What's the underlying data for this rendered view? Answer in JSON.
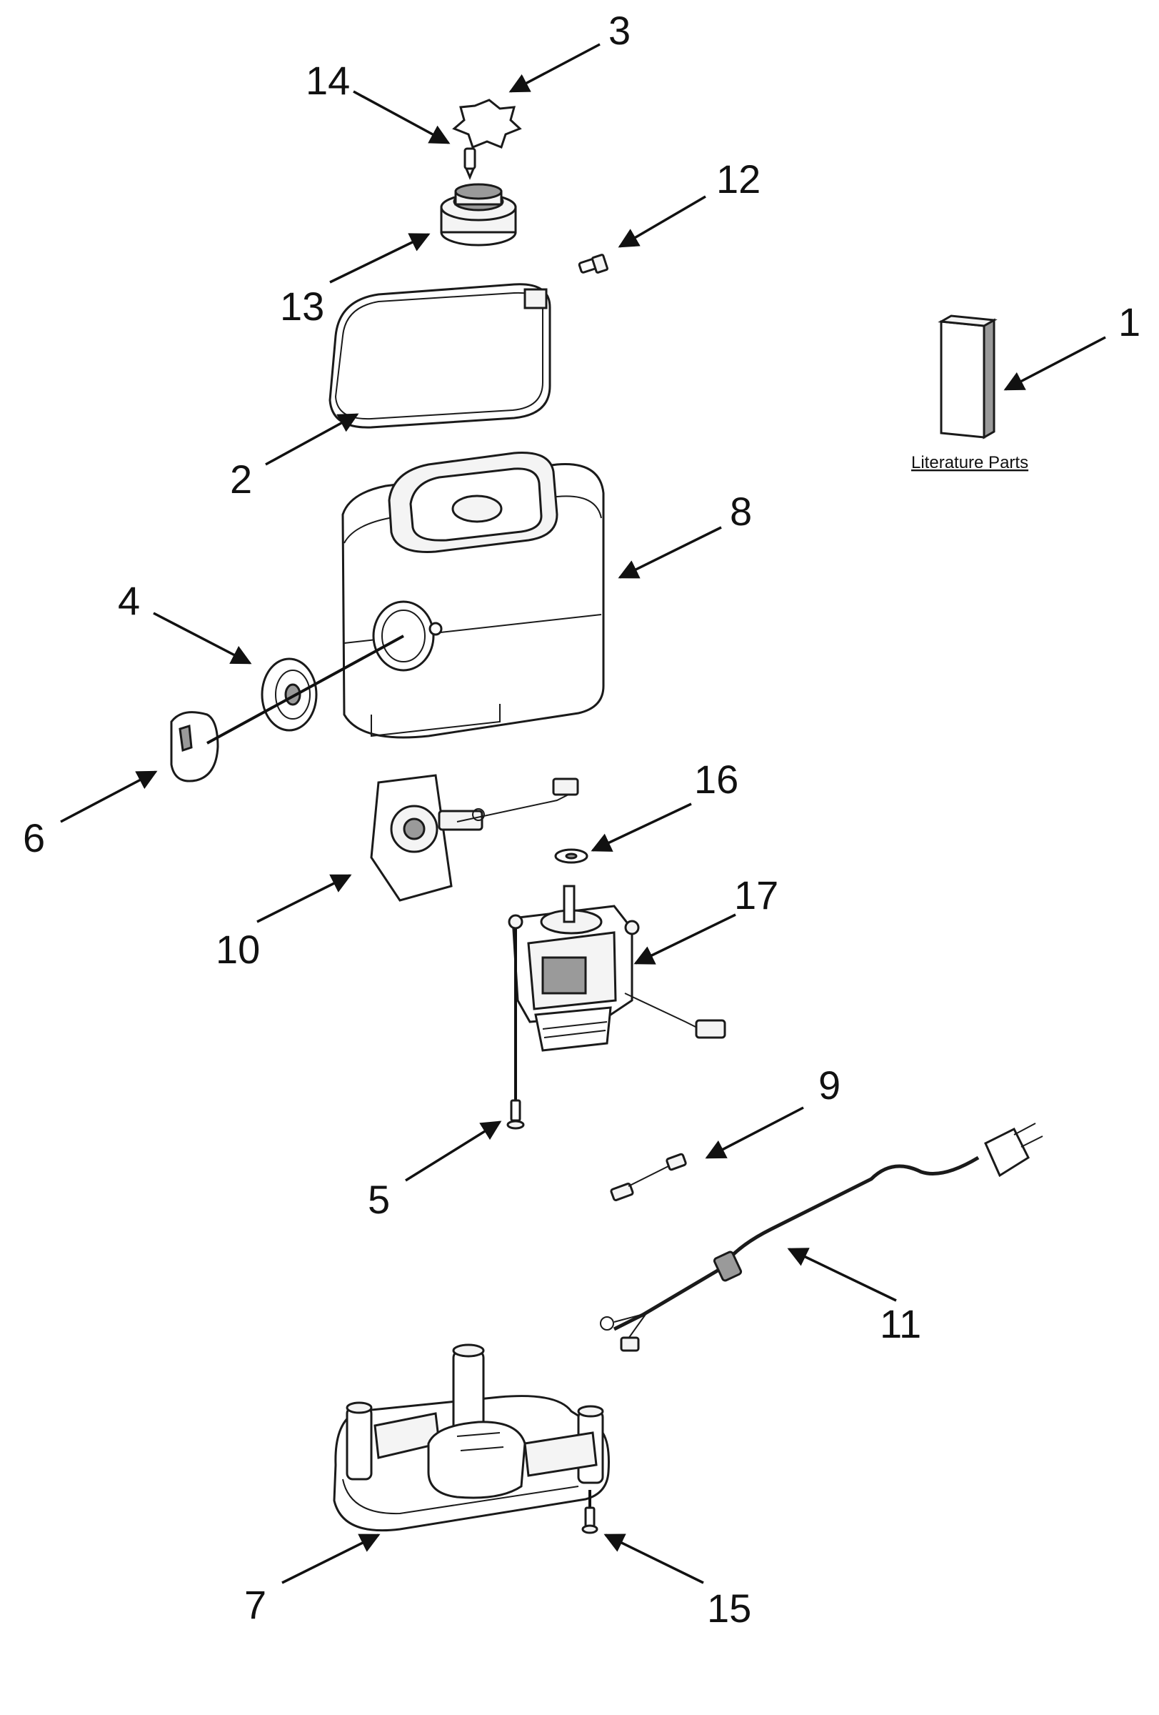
{
  "callouts": [
    {
      "id": "1",
      "label": "1"
    },
    {
      "id": "2",
      "label": "2"
    },
    {
      "id": "3",
      "label": "3"
    },
    {
      "id": "4",
      "label": "4"
    },
    {
      "id": "5",
      "label": "5"
    },
    {
      "id": "6",
      "label": "6"
    },
    {
      "id": "7",
      "label": "7"
    },
    {
      "id": "8",
      "label": "8"
    },
    {
      "id": "9",
      "label": "9"
    },
    {
      "id": "10",
      "label": "10"
    },
    {
      "id": "11",
      "label": "11"
    },
    {
      "id": "12",
      "label": "12"
    },
    {
      "id": "13",
      "label": "13"
    },
    {
      "id": "14",
      "label": "14"
    },
    {
      "id": "15",
      "label": "15"
    },
    {
      "id": "16",
      "label": "16"
    },
    {
      "id": "17",
      "label": "17"
    }
  ],
  "literature": {
    "label": "Literature Parts"
  },
  "colors": {
    "line": "#111111",
    "background": "#ffffff",
    "shade": "#9a9a9a"
  }
}
